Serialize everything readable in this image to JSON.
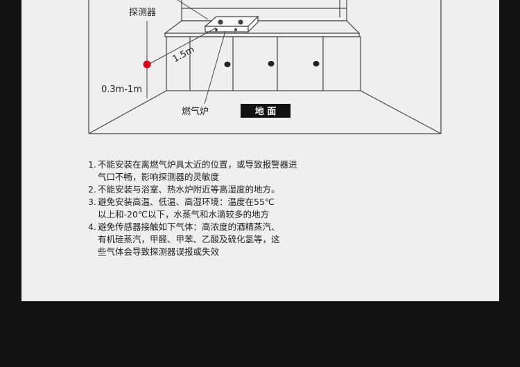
{
  "diagram": {
    "labels": {
      "detector": "探测器",
      "distance_stove": "1.5m",
      "mount_height": "0.3m-1m",
      "stove": "燃气炉",
      "floor": "地 面"
    },
    "colors": {
      "page_bg": "#121212",
      "panel_bg": "#efefef",
      "line": "#444444",
      "detector_dot": "#e0001b",
      "floor_tag_bg": "#111111",
      "floor_tag_text": "#ffffff"
    }
  },
  "notes": [
    {
      "num": "1.",
      "lines": [
        "不能安装在离燃气炉具太近的位置，或导致报警器进",
        "气口不畅，影响探测器的灵敏度"
      ]
    },
    {
      "num": "2.",
      "lines": [
        "不能安装与浴室、热水炉附近等高湿度的地方。"
      ]
    },
    {
      "num": "3.",
      "lines": [
        "避免安装高温、低温、高湿环境：温度在55℃",
        "以上和-20℃以下，水蒸气和水滴较多的地方"
      ]
    },
    {
      "num": "4.",
      "lines": [
        "避免传感器接触如下气体：高浓度的酒精蒸汽、",
        "有机硅蒸汽，甲醛、甲苯、乙酸及硫化氢等，这",
        "些气体会导致探测器误报或失效"
      ]
    }
  ]
}
